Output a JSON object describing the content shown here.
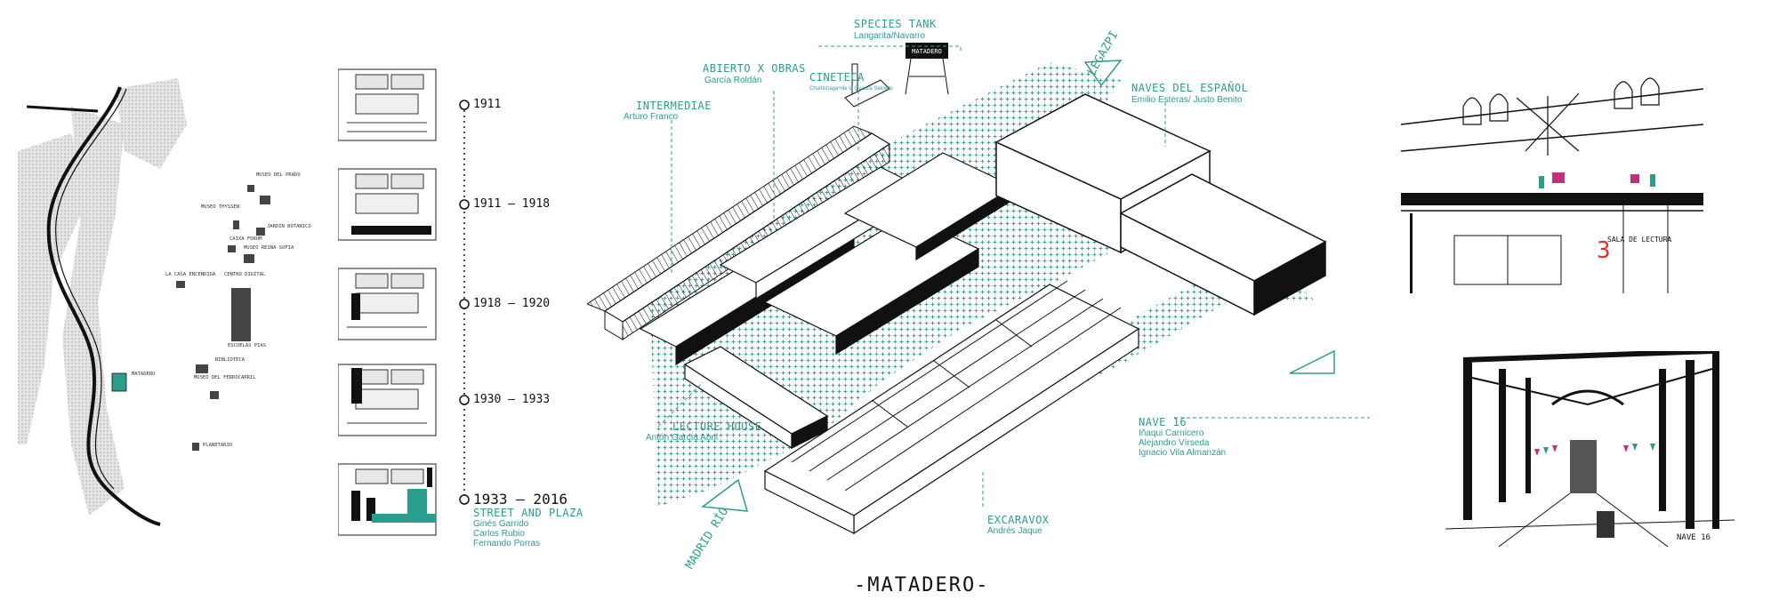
{
  "colors": {
    "accent": "#2a9d8f",
    "ink": "#111111",
    "paper": "#ffffff"
  },
  "caption": "-MATADERO-",
  "map": {
    "labels": [
      {
        "id": "madrid-rio",
        "text": "MATADERO"
      },
      {
        "id": "museo-prado",
        "text": "MUSEO DEL PRADO"
      },
      {
        "id": "caixa",
        "text": "CAIXA FORUM"
      },
      {
        "id": "reina",
        "text": "MUSEO REINA SOFIA"
      },
      {
        "id": "thyssen",
        "text": "MUSEO THYSSEN"
      },
      {
        "id": "botanico",
        "text": "JARDIN BOTANICO"
      },
      {
        "id": "casa",
        "text": "LA CASA ENCENDIDA"
      },
      {
        "id": "centro",
        "text": "CENTRO DIGITAL"
      },
      {
        "id": "escuelas",
        "text": "ESCUELAS PIAS"
      },
      {
        "id": "biblioteca",
        "text": "BIBLIOTECA"
      },
      {
        "id": "ferrocarril",
        "text": "MUSEO DEL FERROCARRIL"
      },
      {
        "id": "planetario",
        "text": "PLANETARIO"
      }
    ]
  },
  "timeline": [
    {
      "year": "1911"
    },
    {
      "year": "1911 — 1918"
    },
    {
      "year": "1918 — 1920"
    },
    {
      "year": "1930 — 1933"
    },
    {
      "year": "1933 — 2016",
      "title": "STREET AND PLAZA",
      "authors": [
        "Ginés Garrido",
        "Carlos Rubio",
        "Fernando Porras"
      ]
    }
  ],
  "axon_labels": {
    "species_tank": {
      "title": "SPECIES TANK",
      "sub": "Langarita/Navarro"
    },
    "abierto": {
      "title": "ABIERTO X OBRAS",
      "sub": "García Roldán"
    },
    "cineteca": {
      "title": "CINETECA",
      "sub": "Churtichaga+de la Quadra Salcedo"
    },
    "intermediae": {
      "title": "INTERMEDIAE",
      "sub": "Arturo Franco"
    },
    "naves": {
      "title": "NAVES DEL ESPAÑOL",
      "sub": "Emilio Esteras/ Justo Benito"
    },
    "lecture": {
      "title": "LECTURE HOUSE",
      "sub": "Antón García Abril"
    },
    "nave16": {
      "title": "NAVE 16",
      "subs": [
        "Iñaqui Carnicero",
        "Alejandro Vírseda",
        "Ignacio Vila Almanzán"
      ]
    },
    "excaravox": {
      "title": "EXCARAVOX",
      "sub": "Andrés Jaque"
    }
  },
  "flows": {
    "top": "LEGAZPI",
    "bottom": "MADRID RÍO"
  },
  "tower_sign": "MATADERO",
  "sketch_signs": {
    "top_sign": "SALA DE LECTURA",
    "top_number": "3",
    "bottom_sig": "NAVE 16"
  }
}
